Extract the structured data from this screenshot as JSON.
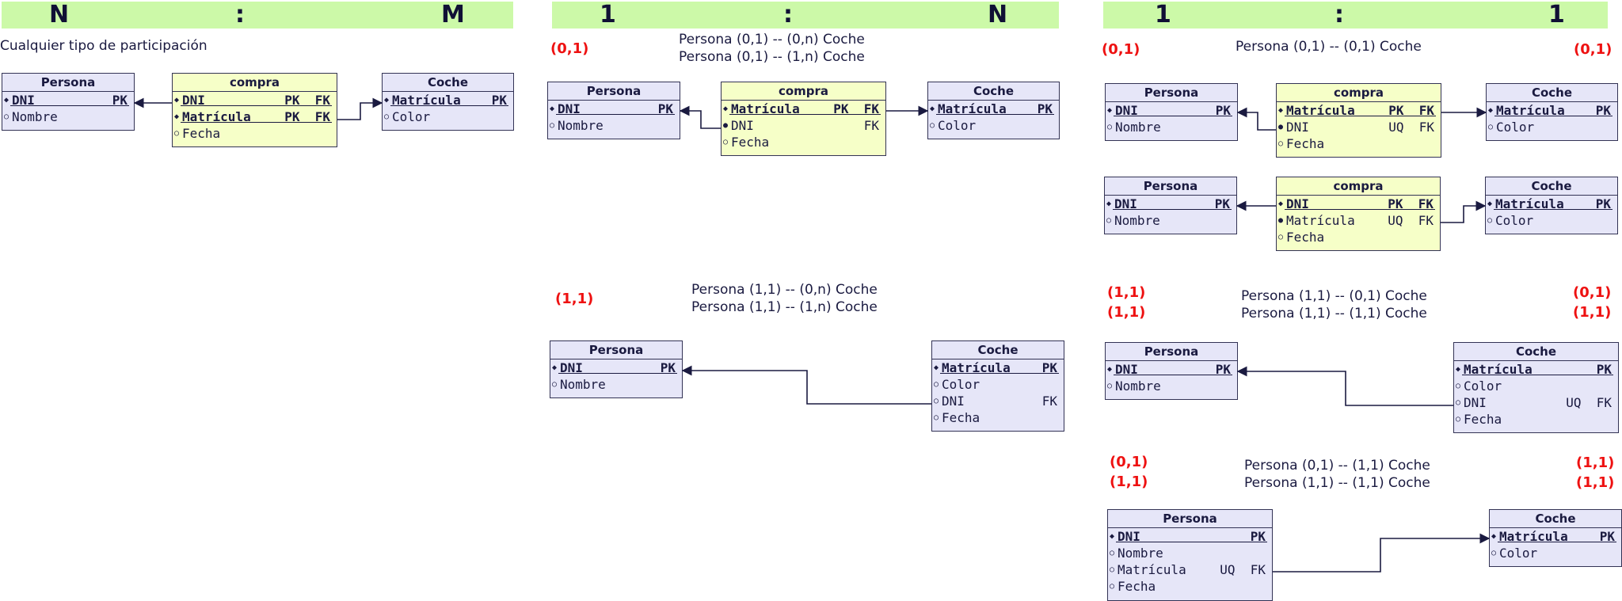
{
  "banners": [
    {
      "left": "N",
      "mid": ":",
      "right": "M"
    },
    {
      "left": "1",
      "mid": ":",
      "right": "N"
    },
    {
      "left": "1",
      "mid": ":",
      "right": "1"
    }
  ],
  "panel1": {
    "caption": "Cualquier tipo de participación",
    "persona": {
      "title": "Persona",
      "rows": [
        [
          "DNI",
          "PK"
        ],
        [
          "Nombre",
          ""
        ]
      ]
    },
    "compra": {
      "title": "compra",
      "rows": [
        [
          "DNI",
          "PK  FK"
        ],
        [
          "Matrícula",
          "PK  FK"
        ],
        [
          "Fecha",
          ""
        ]
      ]
    },
    "coche": {
      "title": "Coche",
      "rows": [
        [
          "Matrícula",
          "PK"
        ],
        [
          "Color",
          ""
        ]
      ]
    }
  },
  "panel2": {
    "a_red": "(0,1)",
    "a_text1": "Persona (0,1)  --  (0,n) Coche",
    "a_text2": "Persona (0,1)  --  (1,n) Coche",
    "a_persona": {
      "title": "Persona",
      "rows": [
        [
          "DNI",
          "PK"
        ],
        [
          "Nombre",
          ""
        ]
      ]
    },
    "a_compra": {
      "title": "compra",
      "rows": [
        [
          "Matrícula",
          "PK  FK"
        ],
        [
          "DNI",
          "FK"
        ],
        [
          "Fecha",
          ""
        ]
      ]
    },
    "a_coche": {
      "title": "Coche",
      "rows": [
        [
          "Matrícula",
          "PK"
        ],
        [
          "Color",
          ""
        ]
      ]
    },
    "b_red": "(1,1)",
    "b_text1": "Persona (1,1)  --  (0,n) Coche",
    "b_text2": "Persona (1,1)  --  (1,n) Coche",
    "b_persona": {
      "title": "Persona",
      "rows": [
        [
          "DNI",
          "PK"
        ],
        [
          "Nombre",
          ""
        ]
      ]
    },
    "b_coche": {
      "title": "Coche",
      "rows": [
        [
          "Matrícula",
          "PK"
        ],
        [
          "Color",
          ""
        ],
        [
          "DNI",
          "FK"
        ],
        [
          "Fecha",
          ""
        ]
      ]
    }
  },
  "panel3": {
    "a_red_left": "(0,1)",
    "a_red_right": "(0,1)",
    "a_text": "Persona (0,1)  --  (0,1) Coche",
    "a1_persona": {
      "title": "Persona",
      "rows": [
        [
          "DNI",
          "PK"
        ],
        [
          "Nombre",
          ""
        ]
      ]
    },
    "a1_compra": {
      "title": "compra",
      "rows": [
        [
          "Matrícula",
          "PK  FK"
        ],
        [
          "DNI",
          "UQ  FK"
        ],
        [
          "Fecha",
          ""
        ]
      ]
    },
    "a1_coche": {
      "title": "Coche",
      "rows": [
        [
          "Matrícula",
          "PK"
        ],
        [
          "Color",
          ""
        ]
      ]
    },
    "a2_persona": {
      "title": "Persona",
      "rows": [
        [
          "DNI",
          "PK"
        ],
        [
          "Nombre",
          ""
        ]
      ]
    },
    "a2_compra": {
      "title": "compra",
      "rows": [
        [
          "DNI",
          "PK  FK"
        ],
        [
          "Matrícula",
          "UQ  FK"
        ],
        [
          "Fecha",
          ""
        ]
      ]
    },
    "a2_coche": {
      "title": "Coche",
      "rows": [
        [
          "Matrícula",
          "PK"
        ],
        [
          "Color",
          ""
        ]
      ]
    },
    "b_red_left1": "(1,1)",
    "b_red_left2": "(1,1)",
    "b_red_right1": "(0,1)",
    "b_red_right2": "(1,1)",
    "b_text1": "Persona (1,1)  --  (0,1) Coche",
    "b_text2": "Persona (1,1)  --  (1,1) Coche",
    "b_persona": {
      "title": "Persona",
      "rows": [
        [
          "DNI",
          "PK"
        ],
        [
          "Nombre",
          ""
        ]
      ]
    },
    "b_coche": {
      "title": "Coche",
      "rows": [
        [
          "Matrícula",
          "PK"
        ],
        [
          "Color",
          ""
        ],
        [
          "DNI",
          "UQ  FK"
        ],
        [
          "Fecha",
          ""
        ]
      ]
    },
    "c_red_left1": "(0,1)",
    "c_red_left2": "(1,1)",
    "c_red_right1": "(1,1)",
    "c_red_right2": "(1,1)",
    "c_text1": "Persona (0,1)  --  (1,1) Coche",
    "c_text2": "Persona (1,1)  --  (1,1) Coche",
    "c_persona": {
      "title": "Persona",
      "rows": [
        [
          "DNI",
          "PK"
        ],
        [
          "Nombre",
          ""
        ],
        [
          "Matrícula",
          "UQ  FK"
        ],
        [
          "Fecha",
          ""
        ]
      ]
    },
    "c_coche": {
      "title": "Coche",
      "rows": [
        [
          "Matrícula",
          "PK"
        ],
        [
          "Color",
          ""
        ]
      ]
    }
  },
  "colors": {
    "banner": "#ccf9a8",
    "entity": "#e6e6f8",
    "relation": "#f6ffc8",
    "cardinality": "#ee1111"
  }
}
